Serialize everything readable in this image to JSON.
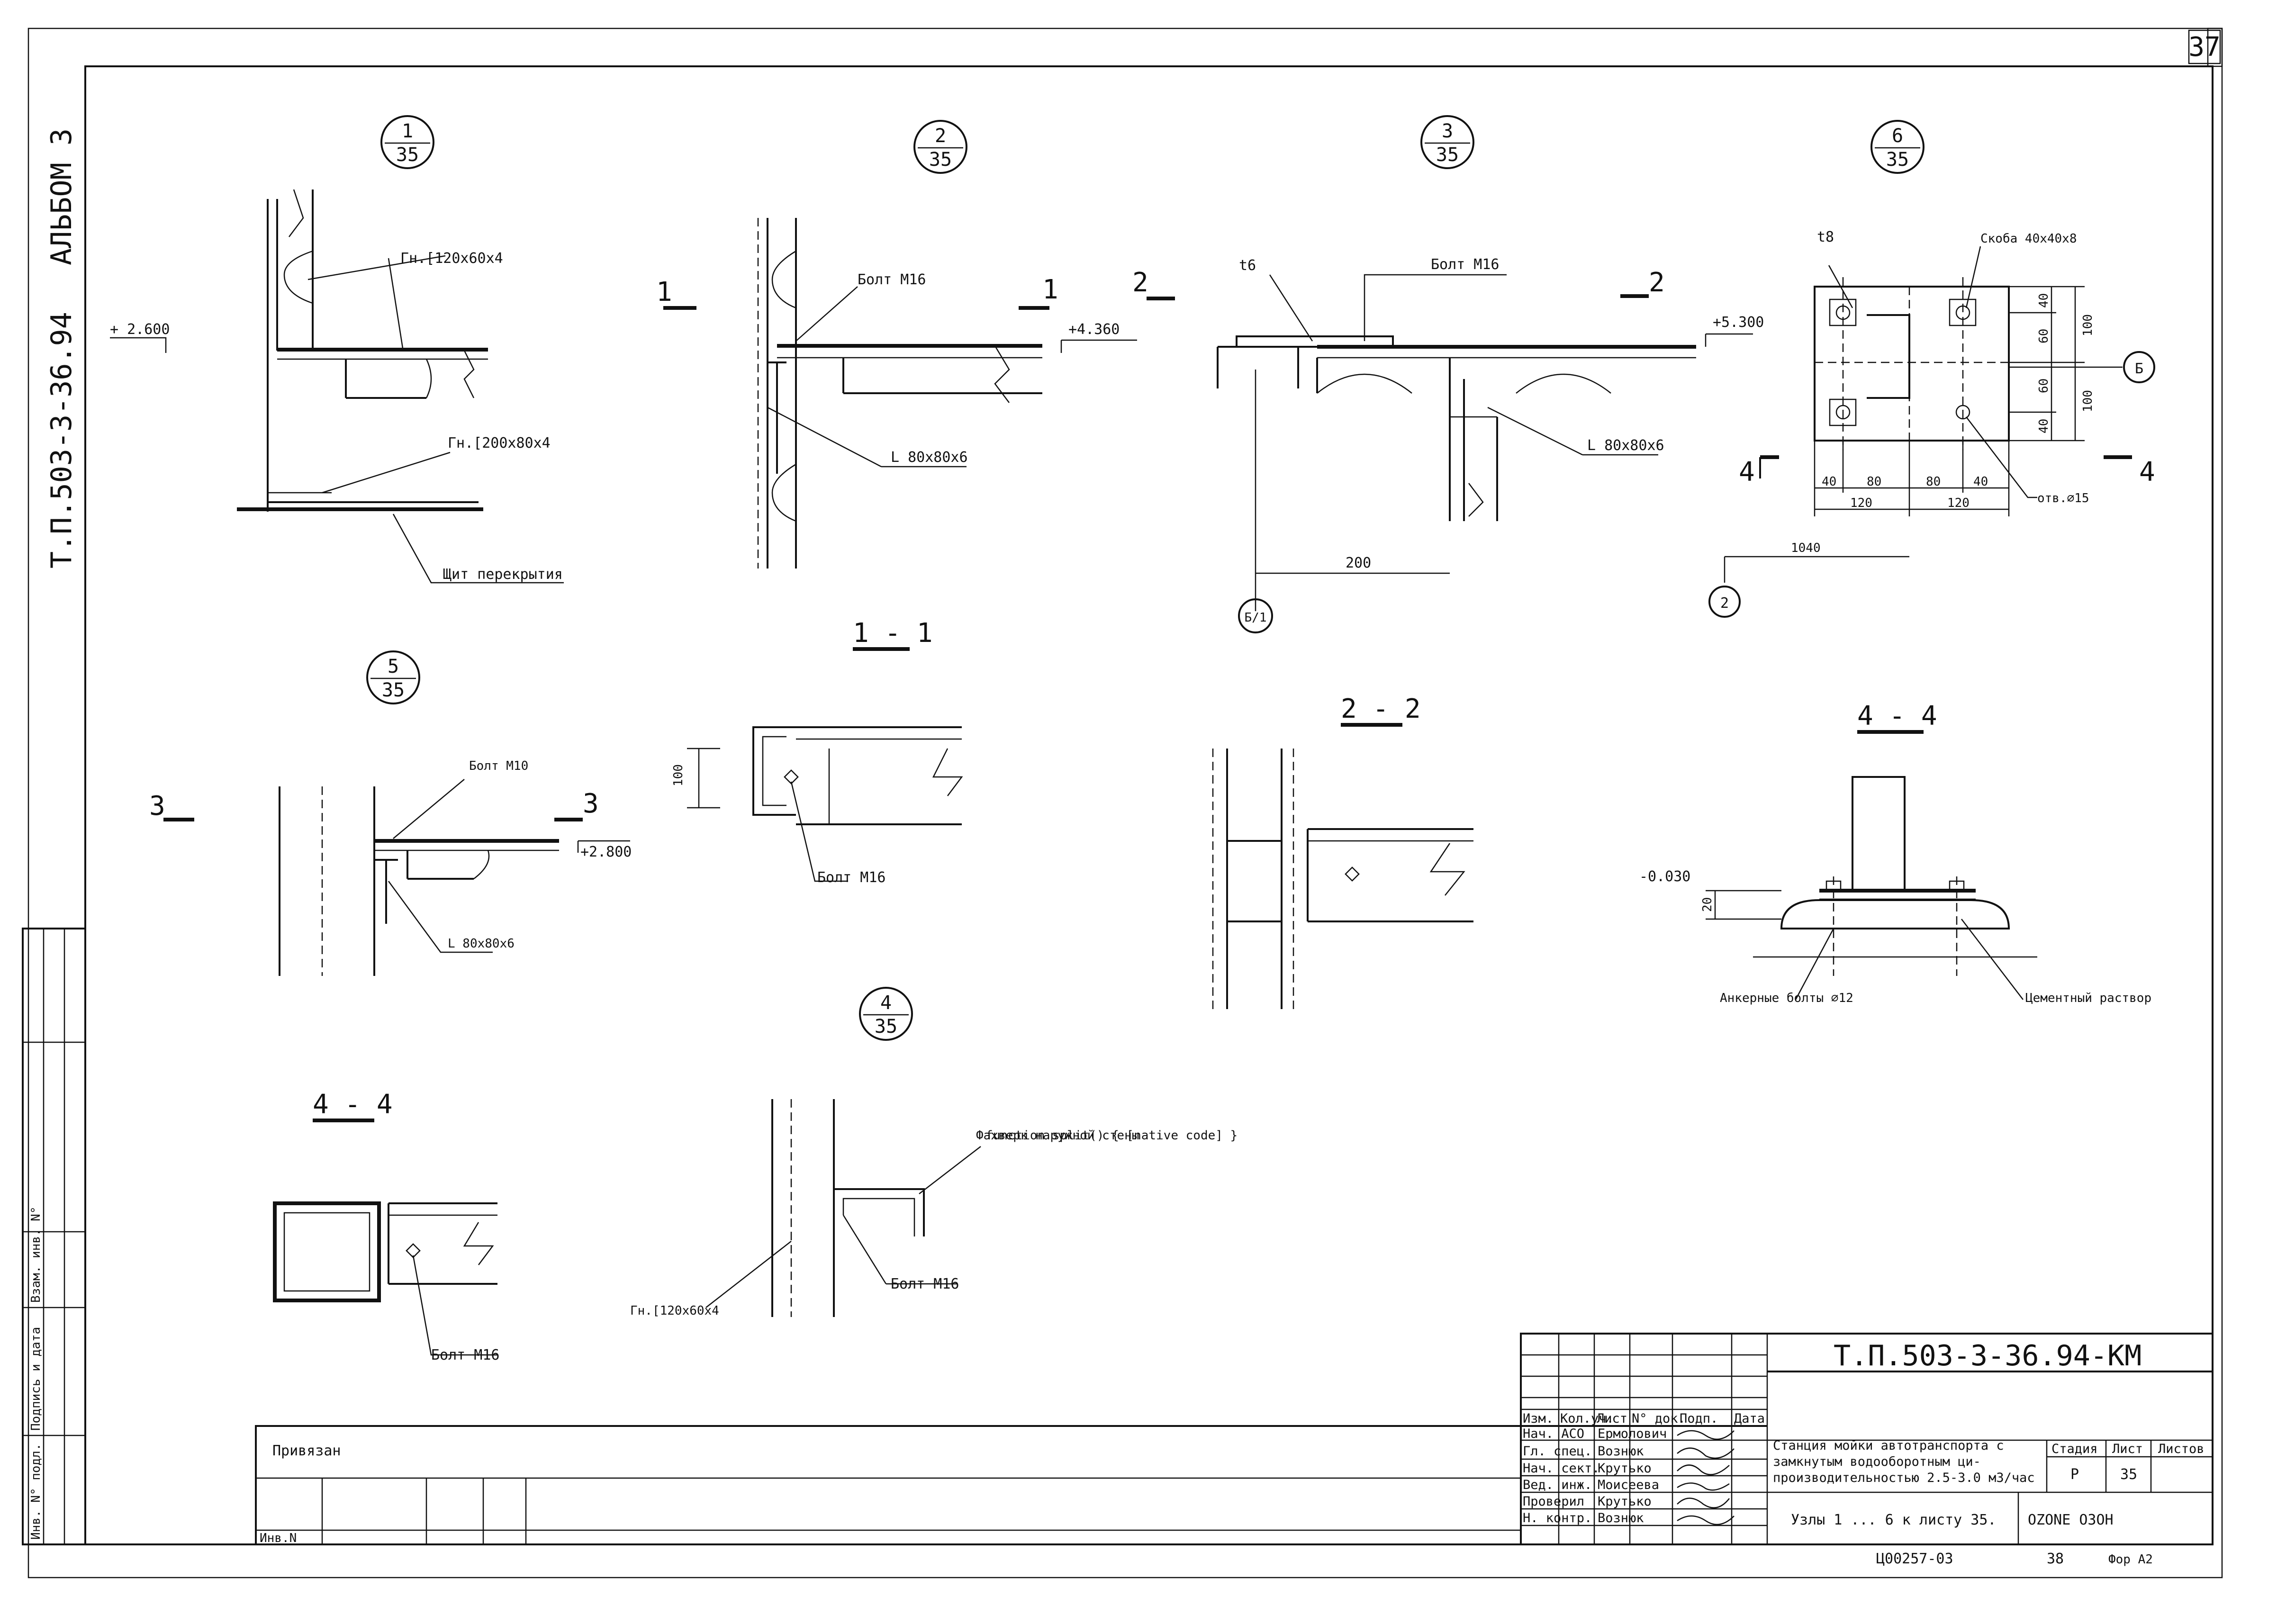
{
  "sheet": {
    "page_number": "37",
    "album_vertical": "АЛЬБОМ 3",
    "code_vertical": "Т.П.503-3-36.94",
    "bottom_note": "Ц00257-03",
    "bottom_num": "38",
    "format": "Фор   А2"
  },
  "nodes": {
    "n1": {
      "num": "1",
      "sheet": "35",
      "labels": [
        "Гн.[120х60х4",
        "Гн.[200х80х4",
        "Щит перекрытия",
        "+ 2.600"
      ]
    },
    "n2": {
      "num": "2",
      "sheet": "35",
      "labels": [
        "Болт М16",
        "L 80х80х6",
        "+4.360",
        "1",
        "1"
      ]
    },
    "n3": {
      "num": "3",
      "sheet": "35",
      "labels": [
        "t6",
        "Болт М16",
        "L 80х80х6",
        "+5.300",
        "200",
        "Б/1",
        "2",
        "2"
      ]
    },
    "n6": {
      "num": "6",
      "sheet": "35",
      "labels": [
        "t8",
        "Скоба 40х40х8",
        "отв.⌀15",
        "Б",
        "2",
        "4",
        "4",
        "1040"
      ],
      "dims_bottom": [
        "40",
        "80",
        "80",
        "40",
        "120",
        "120"
      ],
      "dims_right": [
        "40",
        "60",
        "60",
        "40",
        "100",
        "100"
      ]
    },
    "n5": {
      "num": "5",
      "sheet": "35",
      "labels": [
        "Болт М10",
        "L 80х80х6",
        "+2.800",
        "3",
        "3"
      ]
    },
    "s11": {
      "title": "1 - 1",
      "labels": [
        "Болт М16",
        "100"
      ]
    },
    "s22": {
      "title": "2 - 2"
    },
    "s44r": {
      "title": "4 - 4",
      "labels": [
        "-0.030",
        "20",
        "Анкерные болты ⌀12",
        "Цементный раствор"
      ]
    },
    "s44l": {
      "title": "4 - 4",
      "labels": [
        "Болт М16"
      ]
    },
    "n4": {
      "num": "4",
      "sheet": "35",
      "labels": [
        "Фахверк наружной стены",
        "Болт М16",
        "Гн.[120х60х4"
      ]
    }
  },
  "left_stamp": [
    "Инв. N° подл.",
    "Подпись и дата",
    "Взам. инв. N°"
  ],
  "title_block": {
    "code": "Т.П.503-3-36.94-КМ",
    "tied": "Привязан",
    "inv": "Инв.N",
    "header": [
      "Изм.",
      "Кол.уч.",
      "Лист",
      "N° док.",
      "Подп.",
      "Дата"
    ],
    "rows": [
      {
        "role": "Нач. АСО",
        "name": "Ермолович"
      },
      {
        "role": "Гл. спец.",
        "name": "Вознюк"
      },
      {
        "role": "Нач. сект.",
        "name": "Крутько"
      },
      {
        "role": "Вед. инж.",
        "name": "Моисеева"
      },
      {
        "role": "Проверил",
        "name": "Крутько"
      },
      {
        "role": "Н. контр.",
        "name": "Вознюк"
      }
    ],
    "description": [
      "Станция мойки автотранспорта с",
      "замкнутым водооборотным ци-",
      "производительностью 2.5-3.0 м3/час"
    ],
    "stage_label": "Стадия",
    "sheet_label": "Лист",
    "sheets_label": "Листов",
    "stage": "Р",
    "sheet": "35",
    "content": "Узлы 1 ... 6 к листу 35.",
    "logo": "OZONE ОЗОН"
  }
}
